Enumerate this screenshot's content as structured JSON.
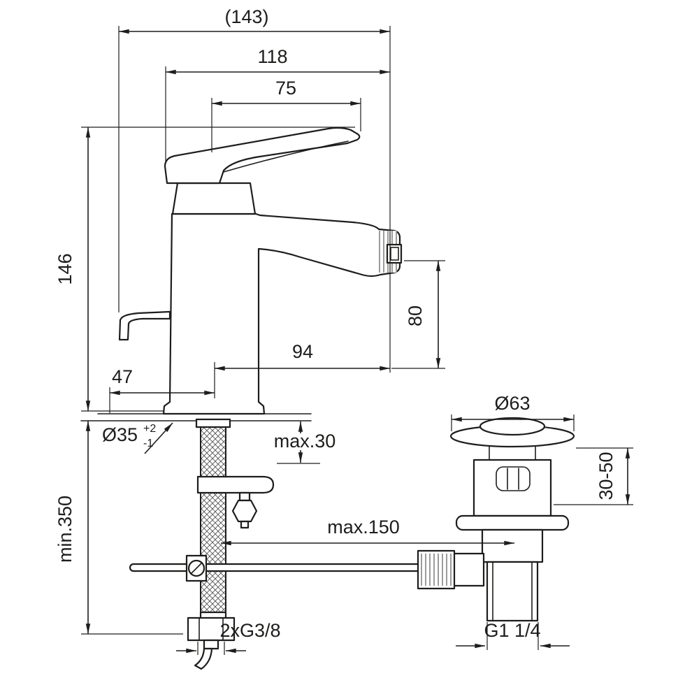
{
  "drawing": {
    "line_color": "#1d1d1b",
    "background": "#ffffff",
    "dims": {
      "overall_depth": "(143)",
      "spout_depth": "118",
      "handle_length": "75",
      "body_height": "146",
      "outlet_height": "80",
      "spout_reach": "94",
      "rear_offset": "47",
      "hole_dia": "Ø35",
      "hole_tol_plus": "+2",
      "hole_tol_minus": "-1",
      "deck_thickness": "max.30",
      "hose_length": "min.350",
      "rod_distance": "max.150",
      "waste_flange_dia": "Ø63",
      "waste_clamp_range": "30-50",
      "waste_thread": "G1 1/4",
      "hose_thread": "2xG3/8"
    }
  }
}
